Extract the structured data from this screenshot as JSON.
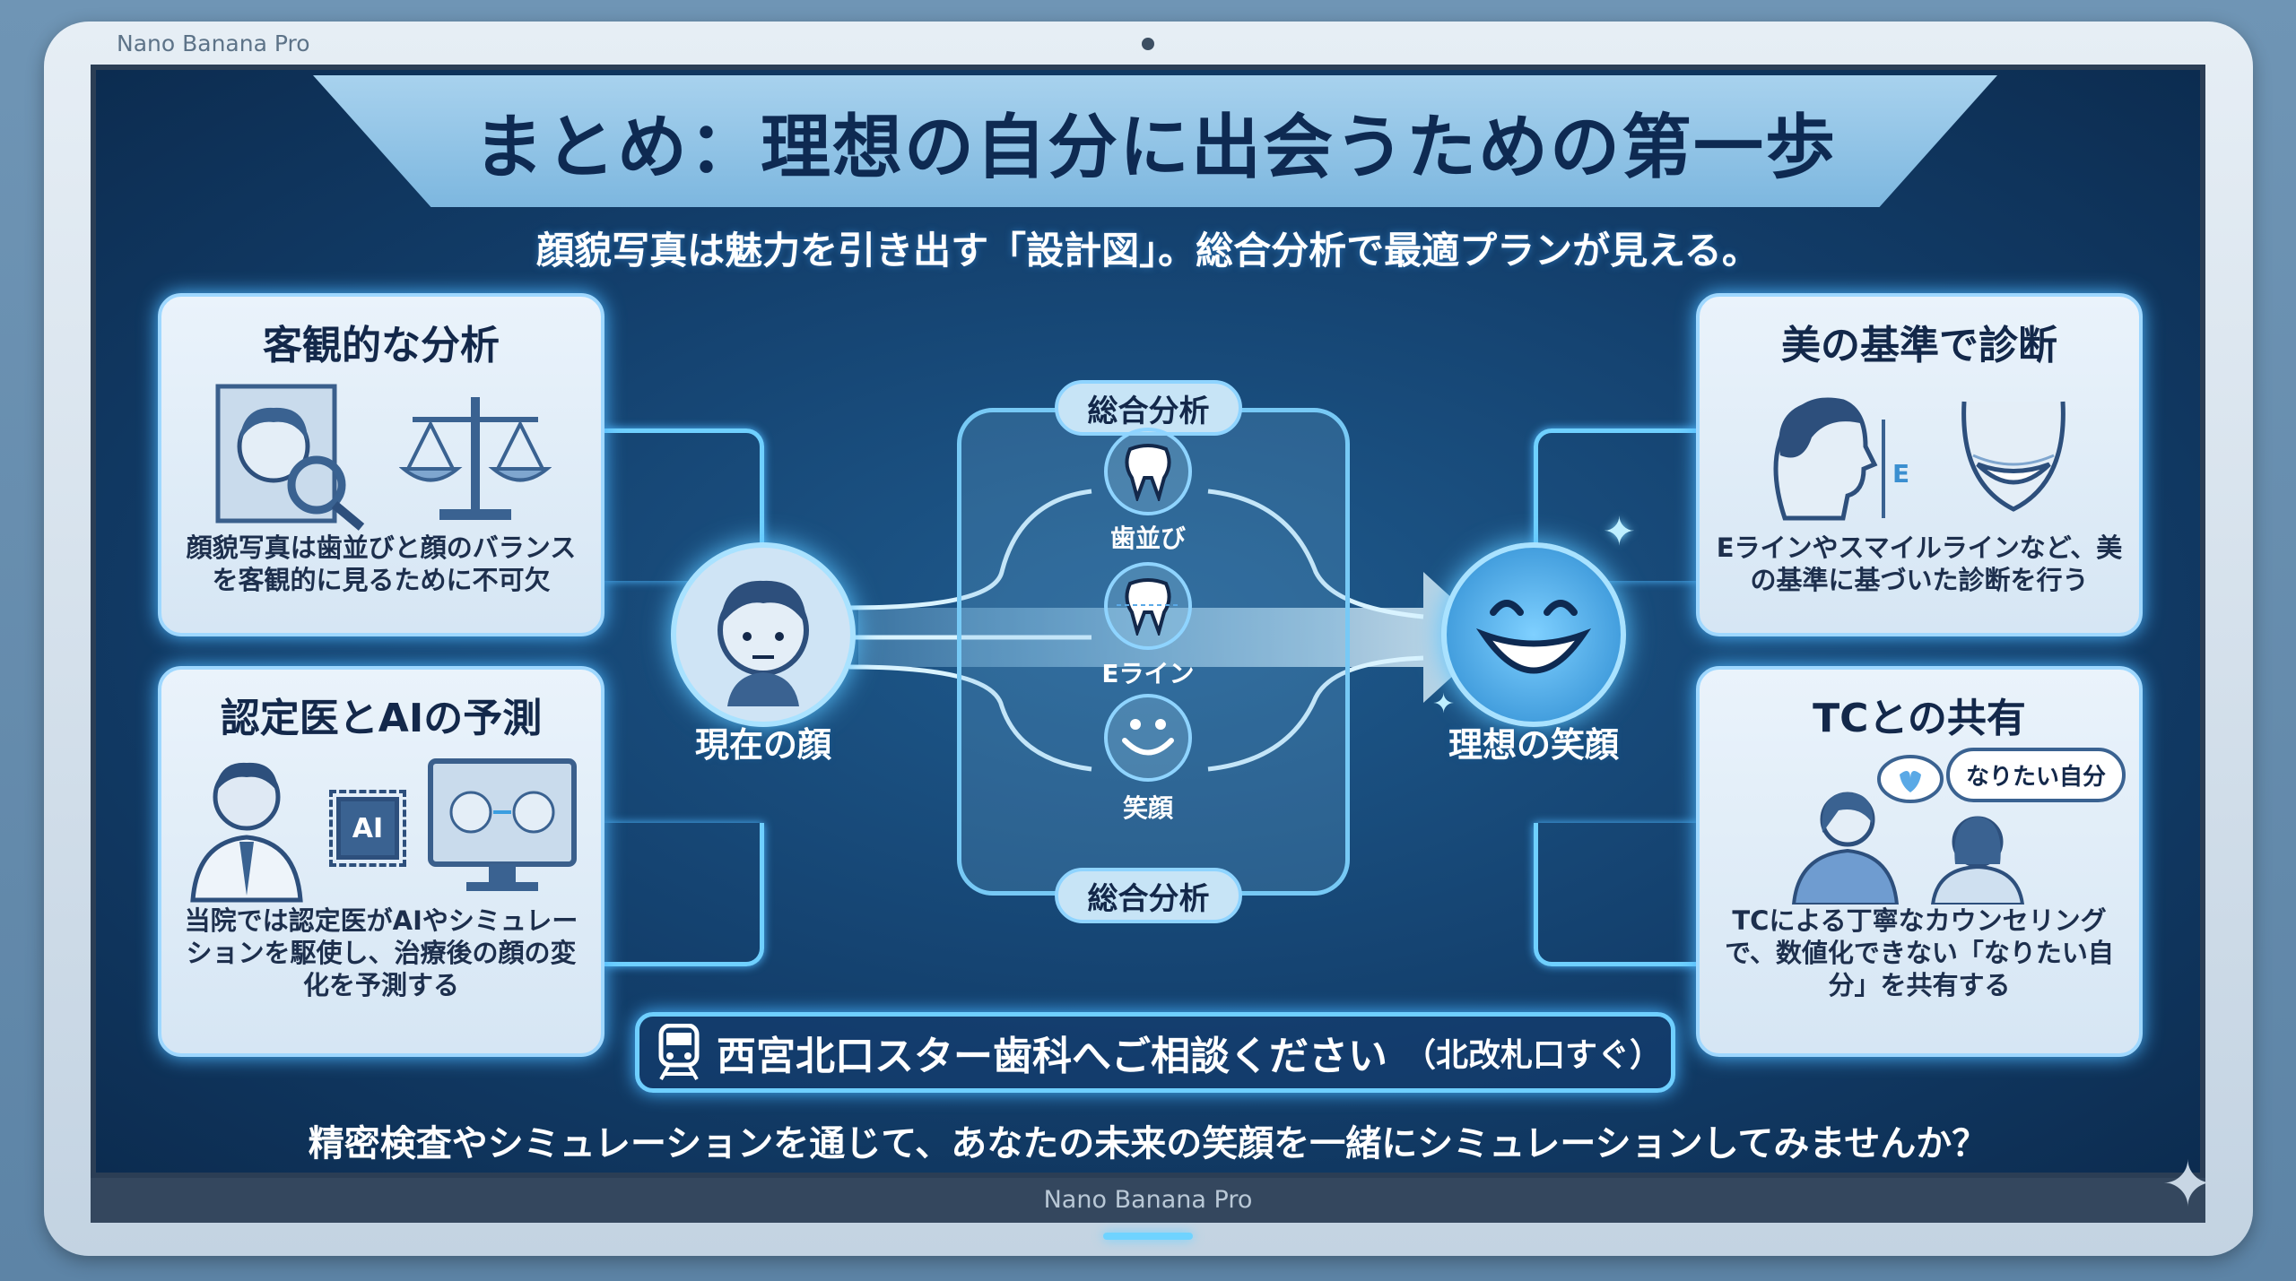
{
  "device": {
    "brand_top": "Nano Banana Pro",
    "brand_bottom": "Nano Banana Pro"
  },
  "title": "まとめ：理想の自分に出会うための第一歩",
  "subtitle": "顔貌写真は魅力を引き出す「設計図」。総合分析で最適プランが見える。",
  "cards": [
    {
      "title": "客観的な分析",
      "text": "顔貌写真は歯並びと顔のバランスを客観的に見るために不可欠"
    },
    {
      "title": "認定医とAIの予測",
      "text": "当院では認定医がAIやシミュレーションを駆使し、治療後の顔の変化を予測する",
      "chip": "AI"
    },
    {
      "title": "美の基準で診断",
      "text": "Eラインやスマイルラインなど、美の基準に基づいた診断を行う",
      "eline_mark": "E"
    },
    {
      "title": "TCとの共有",
      "text": "TCによる丁寧なカウンセリングで、数値化できない「なりたい自分」を共有する",
      "bubble": "なりたい自分"
    }
  ],
  "flow": {
    "current_face": "現在の顔",
    "ideal_smile": "理想の笑顔",
    "analysis_label_top": "総合分析",
    "analysis_label_bottom": "総合分析",
    "factors": [
      {
        "label": "歯並び",
        "icon": "tooth-icon"
      },
      {
        "label": "Eライン",
        "icon": "tooth-line-icon"
      },
      {
        "label": "笑顔",
        "icon": "smile-icon"
      }
    ]
  },
  "cta": {
    "text": "西宮北口スター歯科へご相談ください",
    "note": "（北改札口すぐ）",
    "icon": "train-icon"
  },
  "bottom_text": "精密検査やシミュレーションを通じて、あなたの未来の笑顔を一緒にシミュレーションしてみませんか？",
  "colors": {
    "screen": "#133f6c",
    "glow": "#6fd0ff",
    "ink": "#13284a"
  }
}
